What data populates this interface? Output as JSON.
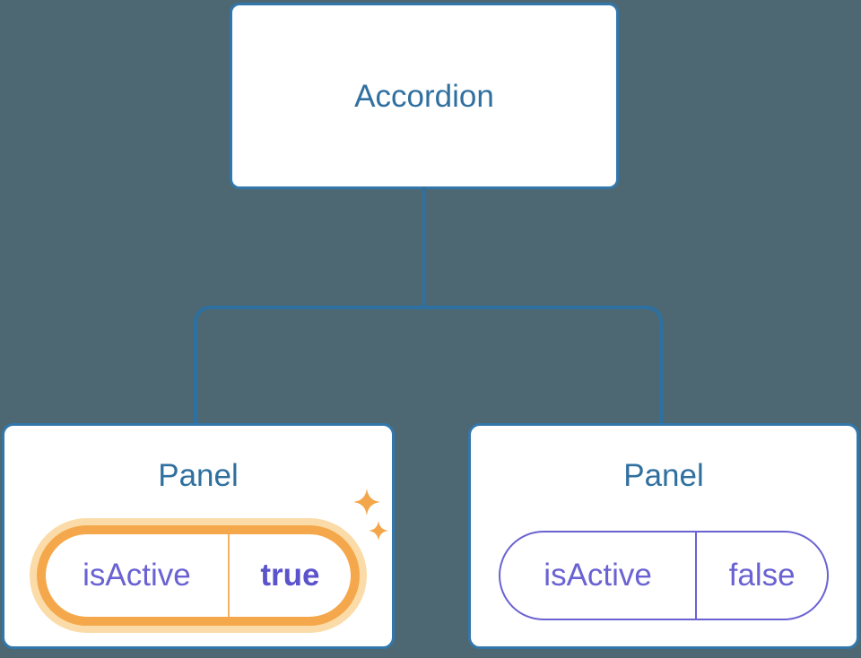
{
  "diagram": {
    "root_node": {
      "label": "Accordion"
    },
    "panels": [
      {
        "label": "Panel",
        "state_key": "isActive",
        "state_value": "true",
        "highlighted": true
      },
      {
        "label": "Panel",
        "state_key": "isActive",
        "state_value": "false",
        "highlighted": false
      }
    ]
  },
  "icons": {
    "sparkles": "four-point-sparkle-stars"
  },
  "colors": {
    "background": "#4D6872",
    "node_border": "#3277AC",
    "connector_line": "#2D70A2",
    "node_title_text": "#30709F",
    "state_text": "#6A62D2",
    "state_value_active_text": "#5B53CB",
    "highlight_ring": "#F5A84B",
    "highlight_glow": "#FBDCA9",
    "highlight_divider": "#F2B266",
    "sparkle": "#F3A64A"
  }
}
